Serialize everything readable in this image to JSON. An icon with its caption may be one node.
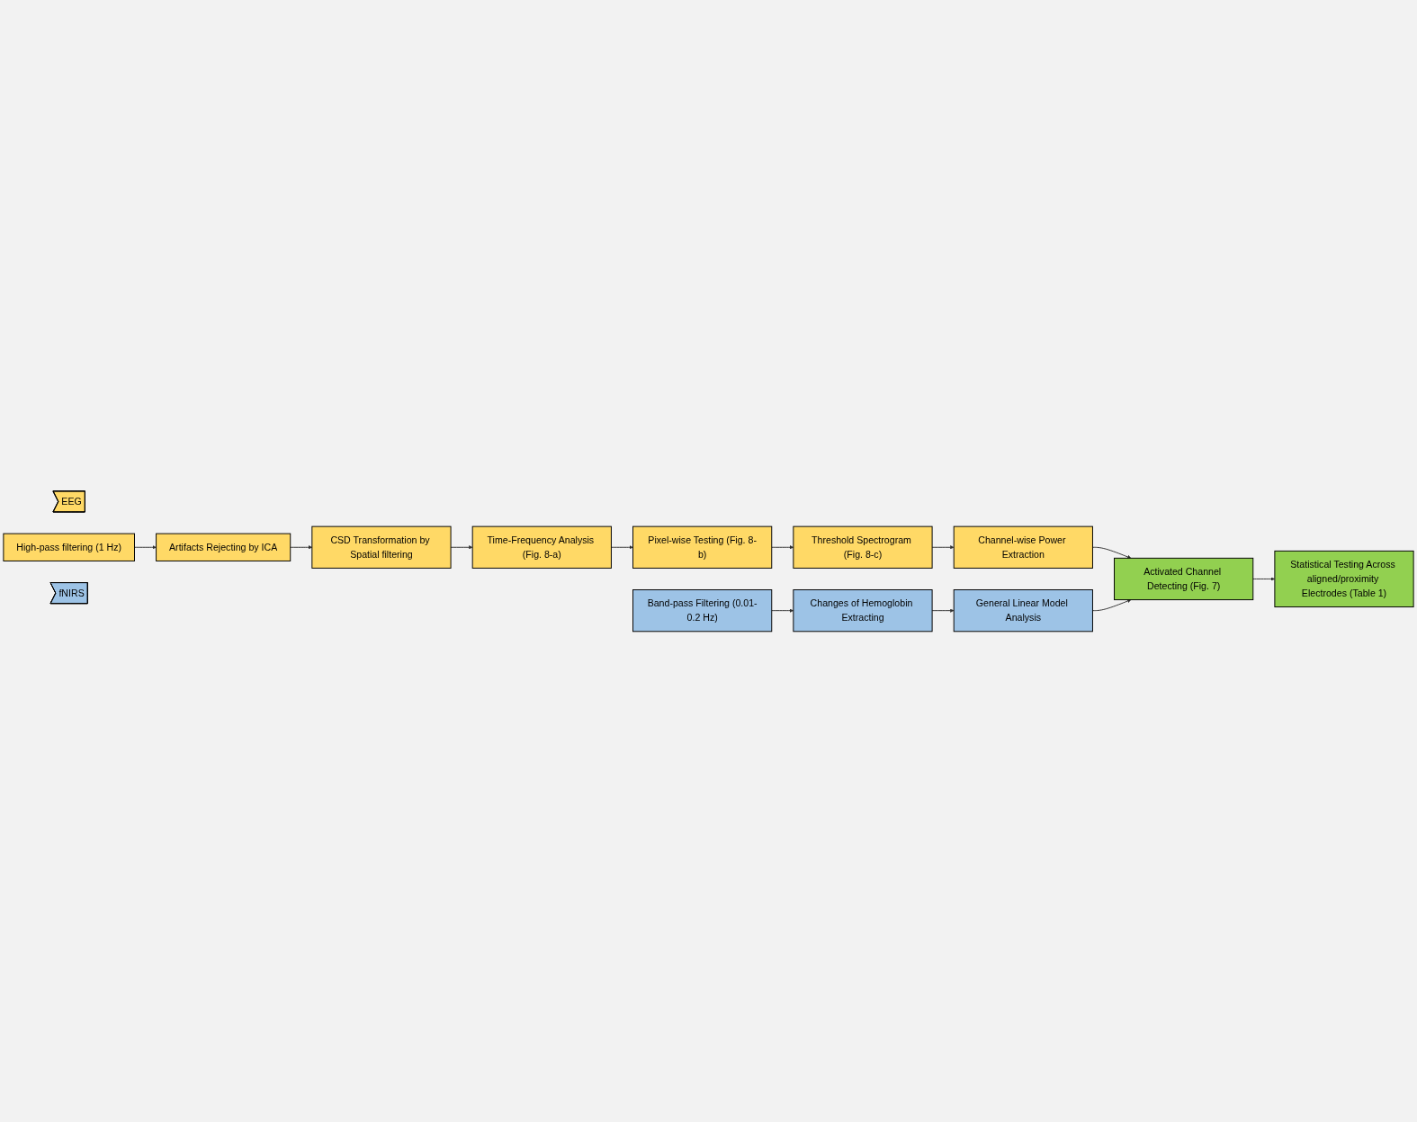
{
  "diagram": {
    "nodes": [
      {
        "text": [
          "EEG"
        ]
      },
      {
        "text": [
          "High-pass filtering (1 Hz)"
        ]
      },
      {
        "text": [
          "Artifacts Rejecting by ICA"
        ]
      },
      {
        "text": [
          "CSD Transformation by Spatial filtering"
        ]
      },
      {
        "text": [
          "Time-Frequency Analysis (Fig. 8-a)"
        ]
      },
      {
        "text": [
          "Pixel-wise Testing (Fig. 8-b)"
        ]
      },
      {
        "text": [
          "Threshold Spectrogram (Fig. 8-c)"
        ]
      },
      {
        "text": [
          "Channel-wise Power Extraction"
        ]
      },
      {
        "text": [
          "Activated Channel Detecting (Fig. 7)"
        ]
      },
      {
        "text": [
          "Statistical Testing Across aligned/proximity Electrodes (Table 1)"
        ]
      },
      {
        "text": [
          "fNIRS"
        ]
      },
      {
        "text": [
          "Band-pass Filtering (0.01-0.2 Hz)"
        ]
      },
      {
        "text": [
          "Changes of Hemoglobin Extracting"
        ]
      },
      {
        "text": [
          "General Linear Model Analysis"
        ]
      }
    ],
    "edges": [
      {
        "from": 1,
        "to": 2,
        "arrow": "to"
      },
      {
        "from": 2,
        "to": 3,
        "arrow": "to"
      },
      {
        "from": 3,
        "to": 4,
        "arrow": "to"
      },
      {
        "from": 4,
        "to": 5,
        "arrow": "to"
      },
      {
        "from": 5,
        "to": 6,
        "arrow": "to"
      },
      {
        "from": 6,
        "to": 7,
        "arrow": "to"
      },
      {
        "from": 7,
        "to": 8,
        "arrow": "to"
      },
      {
        "from": 8,
        "to": 9,
        "arrow": "to"
      },
      {
        "from": 13,
        "to": 8,
        "arrow": "to"
      },
      {
        "from": 11,
        "to": 12,
        "arrow": "to"
      },
      {
        "from": 12,
        "to": 13,
        "arrow": "to"
      }
    ]
  }
}
